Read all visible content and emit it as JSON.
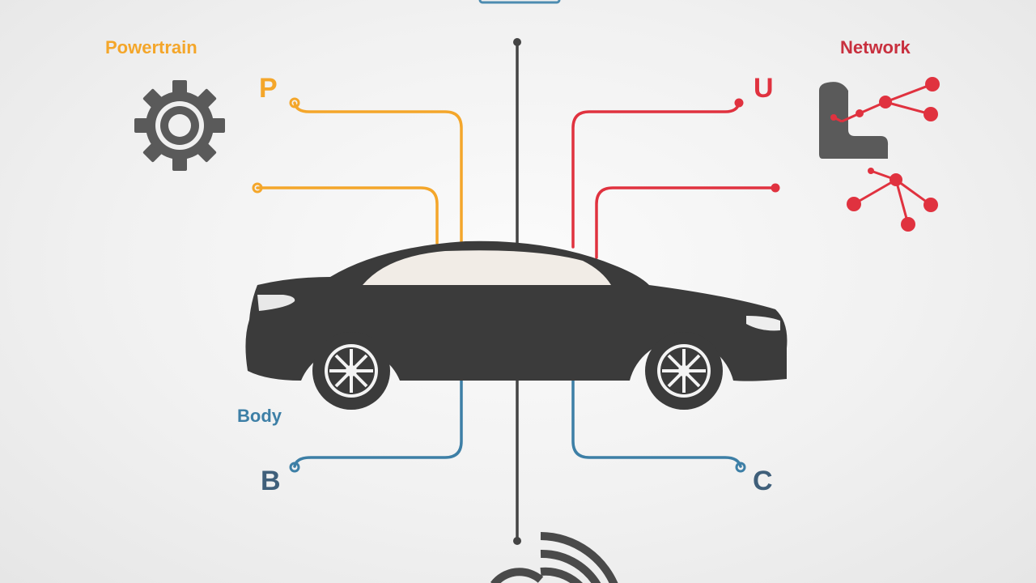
{
  "labels": {
    "powertrain_title": "Powertrain",
    "network_title": "Network",
    "body_title": "Body",
    "letter_p": "P",
    "letter_u": "U",
    "letter_b": "B",
    "letter_c": "C"
  },
  "colors": {
    "powertrain": "#f4a62a",
    "network": "#e0323f",
    "body": "#3d7fa6",
    "body_letter": "#3f5f7a",
    "center_line": "#444444",
    "car": "#3b3b3b",
    "icon_gray": "#5a5a5a"
  },
  "icons": {
    "powertrain": "gear-icon",
    "network_top": "seat-icon",
    "network_nodes": "network-nodes-icon",
    "bottom": "wifi-signal-icon",
    "center": "car-icon"
  }
}
